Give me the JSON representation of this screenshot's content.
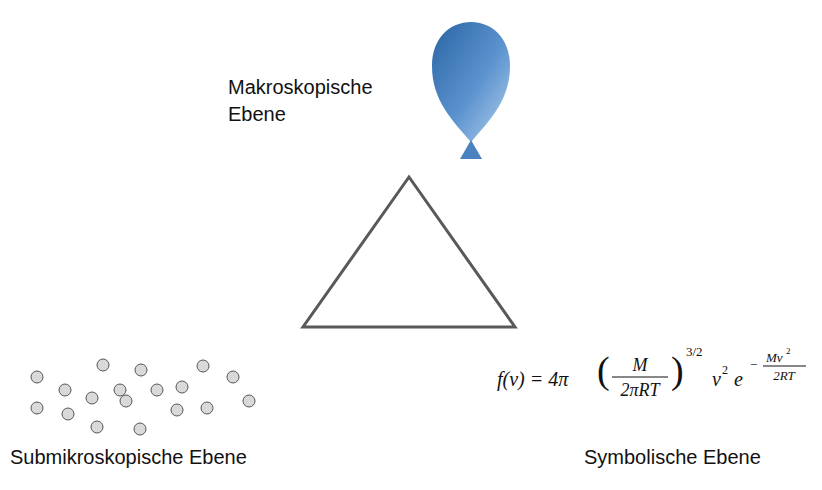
{
  "diagram": {
    "labels": [
      "Makroskopische Ebene",
      "Submikroskopische Ebene",
      "Symbolische Ebene",
      "f(v) = 4π",
      "(",
      "M",
      "2πRT",
      ")",
      "3/2",
      "v",
      "2",
      "e",
      "−",
      "Mv",
      "2",
      "2RT"
    ]
  }
}
